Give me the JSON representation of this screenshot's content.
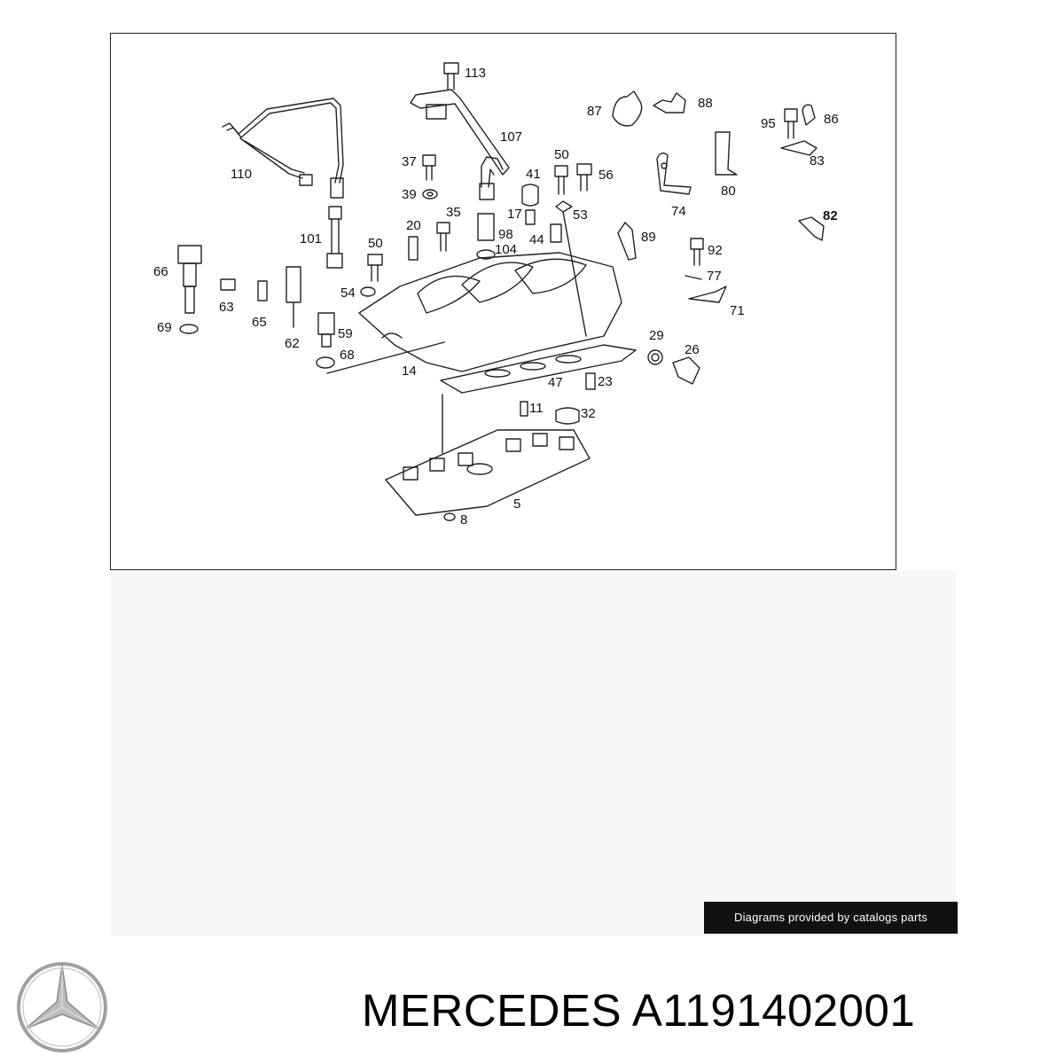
{
  "diagram": {
    "callouts": [
      "113",
      "107",
      "87",
      "88",
      "95",
      "86",
      "110",
      "37",
      "50",
      "56",
      "83",
      "39",
      "41",
      "80",
      "17",
      "53",
      "74",
      "82",
      "101",
      "20",
      "35",
      "98",
      "104",
      "44",
      "89",
      "66",
      "50",
      "92",
      "77",
      "54",
      "63",
      "65",
      "62",
      "59",
      "71",
      "69",
      "68",
      "14",
      "29",
      "26",
      "47",
      "23",
      "11",
      "32",
      "5",
      "8"
    ]
  },
  "credit": "Diagrams provided by catalogs parts",
  "title": "MERCEDES A1191402001",
  "logo": {
    "name": "mercedes-star-logo",
    "color": "#9a9a9a"
  }
}
